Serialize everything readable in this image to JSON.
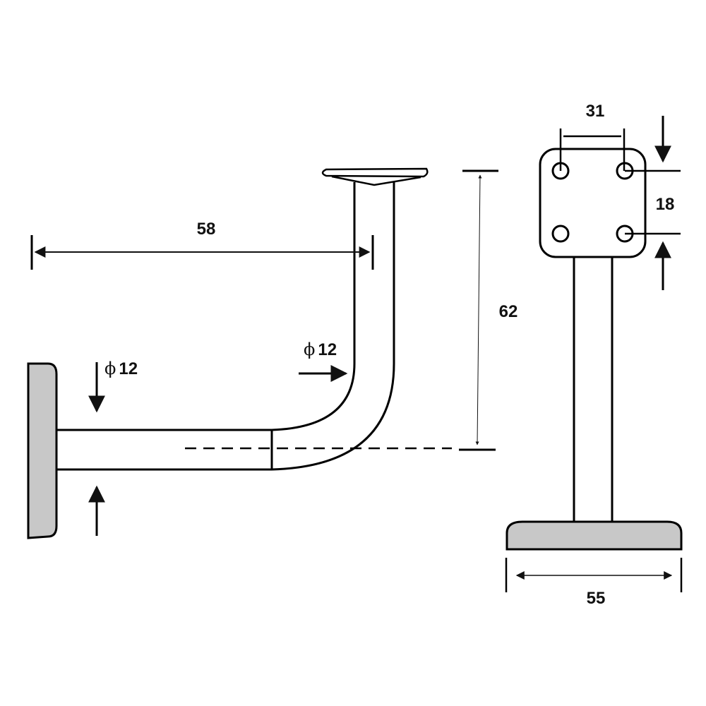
{
  "diagram": {
    "type": "technical-drawing",
    "subject": "handrail-bracket",
    "colors": {
      "stroke": "#000000",
      "fill_plate": "#c8c8c8",
      "background": "#ffffff"
    },
    "side_view": {
      "dim_horizontal": {
        "value": "58"
      },
      "dim_vertical": {
        "value": "62"
      },
      "dim_rod_horizontal": {
        "symbol": "ϕ",
        "value": "12"
      },
      "dim_rod_vertical": {
        "symbol": "ϕ",
        "value": "12"
      }
    },
    "front_view": {
      "dim_hole_spacing_horizontal": {
        "value": "31"
      },
      "dim_hole_spacing_vertical": {
        "value": "18"
      },
      "dim_base_width": {
        "value": "55"
      }
    }
  }
}
